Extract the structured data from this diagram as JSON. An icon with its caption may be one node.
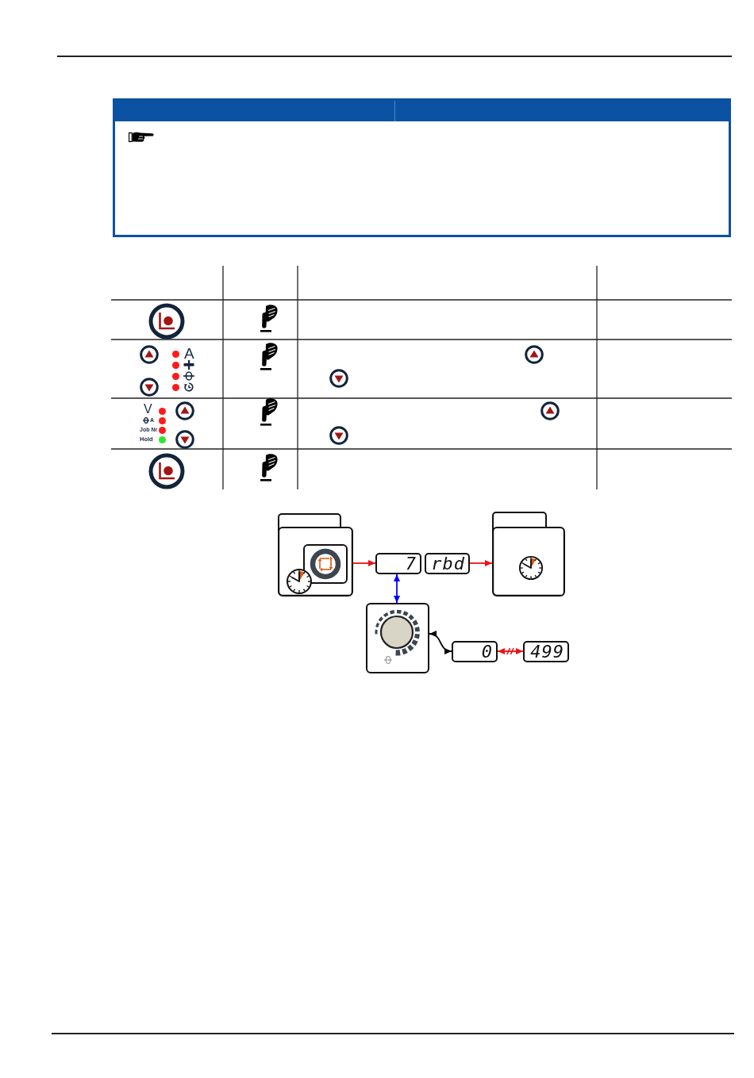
{
  "diagram": {
    "nodes": [
      {
        "text": [],
        "shape": "box"
      },
      {
        "text": [
          "7"
        ]
      },
      {
        "text": [
          "rbd"
        ]
      },
      {
        "text": [],
        "shape": "box"
      },
      {
        "text": [],
        "shape": "box"
      },
      {
        "text": [
          "0"
        ]
      },
      {
        "text": [
          "499"
        ]
      }
    ],
    "edges": [
      {
        "from": 0,
        "to": 1,
        "arrow": "to"
      },
      {
        "from": 2,
        "to": 3,
        "arrow": "to"
      },
      {
        "from": 1,
        "to": 4,
        "arrow": "both",
        "color": "#0000ff"
      },
      {
        "from": 4,
        "to": 5,
        "arrow": "both",
        "color": "#000000"
      },
      {
        "from": 5,
        "to": 6,
        "arrow": "both"
      }
    ],
    "labels": [
      "A",
      "V",
      "A",
      "Job Nr",
      "Hold"
    ]
  }
}
